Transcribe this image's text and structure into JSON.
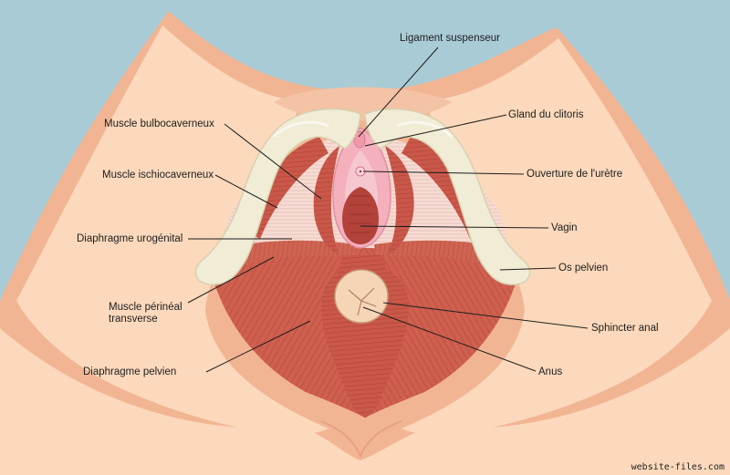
{
  "labels": {
    "ligament": "Ligament suspenseur",
    "gland": "Gland du clitoris",
    "uretre": "Ouverture de l'urètre",
    "vagin": "Vagin",
    "os": "Os pelvien",
    "sphincter": "Sphincter anal",
    "anus": "Anus",
    "bulbo": "Muscle bulbocaverneux",
    "ischio": "Muscle ischiocaverneux",
    "urogen": "Diaphragme urogénital",
    "perineal_1": "Muscle périnéal",
    "perineal_2": "transverse",
    "pelvien": "Diaphragme pelvien"
  },
  "watermark": "website-files.com",
  "colors": {
    "background": "#a9cbd6",
    "skin": "#fcd9bc",
    "skin_edge": "#f2b594",
    "muscle": "#cf5f4e",
    "bone": "#f1ecd6",
    "mucosa": "#f2a6b4"
  }
}
